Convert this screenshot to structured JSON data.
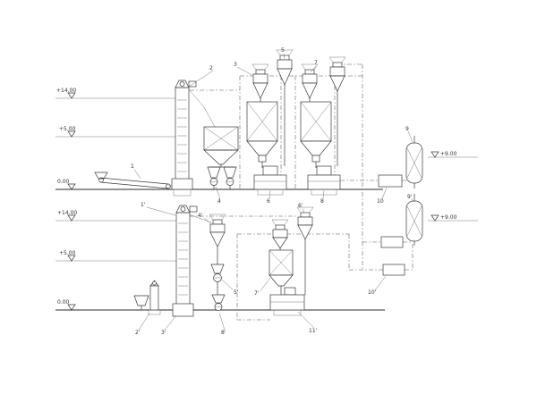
{
  "diagram": {
    "kind": "feed-mill-process-flow-diagram",
    "colors": {
      "background": "#ffffff",
      "ink": "#3a3a3a",
      "ground_line": "#2a2a2a"
    },
    "elevation_marks": [
      {
        "label": "+14.00"
      },
      {
        "label": "+5.00"
      },
      {
        "label": "0.00"
      },
      {
        "label": "+14.00"
      },
      {
        "label": "+5.00"
      },
      {
        "label": "0.00"
      },
      {
        "label": "+9.00"
      },
      {
        "label": "+9.00"
      }
    ],
    "equipment_labels": [
      {
        "label": "1",
        "target": "inclined-intake-conveyor"
      },
      {
        "label": "2",
        "target": "bucket-elevator-upper"
      },
      {
        "label": "3",
        "target": "cyclone-1"
      },
      {
        "label": "5",
        "target": "cyclone-2"
      },
      {
        "label": "7",
        "target": "cyclone-3"
      },
      {
        "label": "4",
        "target": "sifter-discharge-airlocks"
      },
      {
        "label": "6",
        "target": "grinding-machine-1"
      },
      {
        "label": "8",
        "target": "grinding-machine-2"
      },
      {
        "label": "9",
        "target": "fan-filter-upper"
      },
      {
        "label": "9'",
        "target": "fan-filter-lower"
      },
      {
        "label": "10",
        "target": "duct-box-upper"
      },
      {
        "label": "10'",
        "target": "duct-box-lower"
      },
      {
        "label": "1'",
        "target": "bucket-elevator-lower"
      },
      {
        "label": "2'",
        "target": "small-feeder-column"
      },
      {
        "label": "3'",
        "target": "elevator-boot-lower"
      },
      {
        "label": "4'",
        "target": "cyclone-lower-left"
      },
      {
        "label": "5'",
        "target": "rotary-valve"
      },
      {
        "label": "6'",
        "target": "cyclone-lower-right"
      },
      {
        "label": "7'",
        "target": "surge-bin"
      },
      {
        "label": "8'",
        "target": "discharge-airlock"
      },
      {
        "label": "11'",
        "target": "packing-machine"
      }
    ]
  }
}
